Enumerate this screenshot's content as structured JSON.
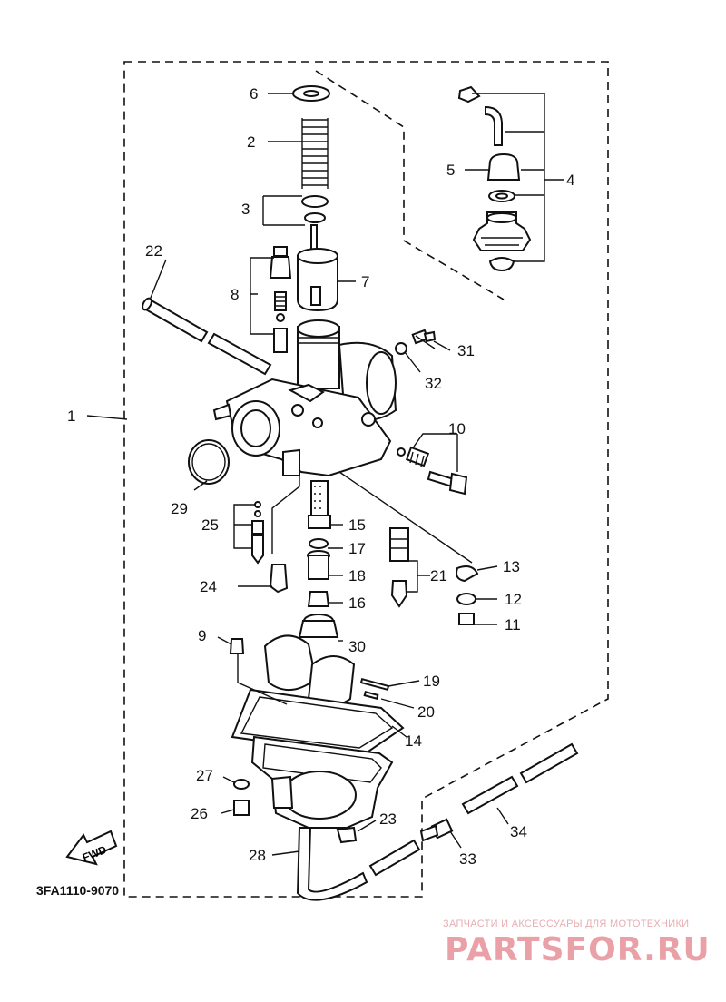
{
  "diagram": {
    "code": "3FA1110-9070",
    "fwd_label": "FWD",
    "callouts": [
      "1",
      "2",
      "3",
      "4",
      "5",
      "6",
      "7",
      "8",
      "9",
      "10",
      "11",
      "12",
      "13",
      "14",
      "15",
      "16",
      "17",
      "18",
      "19",
      "20",
      "21",
      "22",
      "23",
      "24",
      "25",
      "26",
      "27",
      "28",
      "29",
      "30",
      "31",
      "32",
      "33",
      "34"
    ]
  },
  "watermark": {
    "tagline": "ЗАПЧАСТИ И АКСЕССУАРЫ ДЛЯ МОТОТЕХНИКИ",
    "brand": "PARTSFOR.RU",
    "color": "#e9a0a6"
  }
}
